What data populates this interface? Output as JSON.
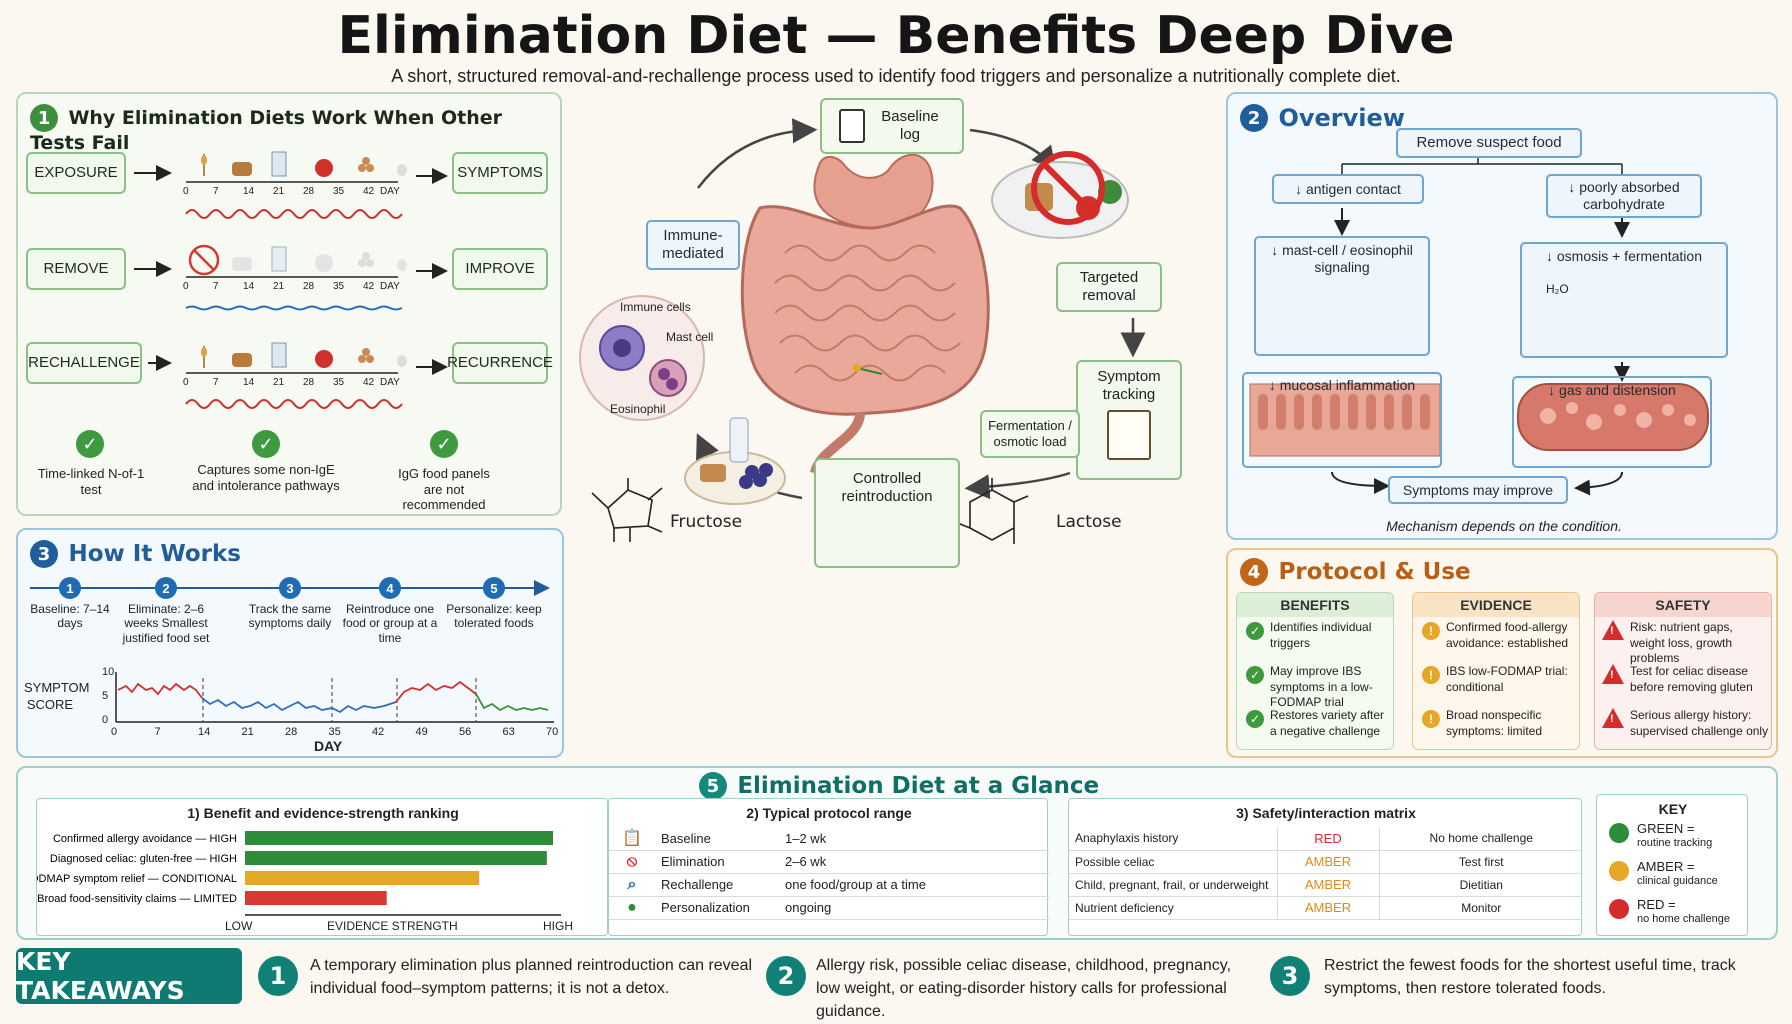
{
  "header": {
    "title": "Elimination Diet — Benefits Deep Dive",
    "subtitle": "A short, structured removal-and-rechallenge process used to identify food triggers and personalize a nutritionally complete diet."
  },
  "section1": {
    "number": "1",
    "title": "Why Elimination Diets Work When Other Tests Fail",
    "rows": [
      {
        "left": "EXPOSURE",
        "right": "SYMPTOMS"
      },
      {
        "left": "REMOVE",
        "right": "IMPROVE"
      },
      {
        "left": "RECHALLENGE",
        "right": "RECURRENCE"
      }
    ],
    "ticks": [
      "0",
      "7",
      "14",
      "21",
      "28",
      "35",
      "42"
    ],
    "tick_unit": "DAY",
    "checks": [
      "Time-linked N-of-1 test",
      "Captures some non-IgE and intolerance pathways",
      "IgG food panels are not recommended"
    ]
  },
  "cycle": {
    "baseline": "Baseline log",
    "targeted": "Targeted removal",
    "symptom": "Symptom tracking",
    "reintro": "Controlled reintroduction",
    "immune": "Immune-mediated",
    "fermentation": "Fermentation / osmotic load",
    "immune_cells": "Immune cells",
    "mast_cell": "Mast cell",
    "eosinophil": "Eosinophil",
    "fructose": "Fructose",
    "lactose": "Lactose"
  },
  "section2": {
    "number": "2",
    "title": "Overview",
    "top": "Remove suspect food",
    "left1": "↓ antigen contact",
    "left2": "↓ mast-cell / eosinophil signaling",
    "left3": "↓ mucosal inflammation",
    "right1": "↓ poorly absorbed carbohydrate",
    "right2": "↓ osmosis + fermentation",
    "right3": "↓ gas and distension",
    "h2o": "H₂O",
    "bottom": "Symptoms may improve",
    "note": "Mechanism depends on the condition."
  },
  "section3": {
    "number": "3",
    "title": "How It Works",
    "steps": [
      {
        "n": "1",
        "text": "Baseline: 7–14 days"
      },
      {
        "n": "2",
        "text": "Eliminate: 2–6 weeks Smallest justified food set"
      },
      {
        "n": "3",
        "text": "Track the same symptoms daily"
      },
      {
        "n": "4",
        "text": "Reintroduce one food or group at a time"
      },
      {
        "n": "5",
        "text": "Personalize: keep tolerated foods"
      }
    ],
    "ylabel": "SYMPTOM SCORE",
    "xlabel": "DAY",
    "yticks": [
      "10",
      "5",
      "0"
    ],
    "xticks": [
      "0",
      "7",
      "14",
      "21",
      "28",
      "35",
      "42",
      "49",
      "56",
      "63",
      "70"
    ]
  },
  "section4": {
    "number": "4",
    "title": "Protocol & Use",
    "benefits_h": "BENEFITS",
    "evidence_h": "EVIDENCE",
    "safety_h": "SAFETY",
    "benefits": [
      "Identifies individual triggers",
      "May improve IBS symptoms in a low-FODMAP trial",
      "Restores variety after a negative challenge"
    ],
    "evidence": [
      "Confirmed food-allergy avoidance: established",
      "IBS low-FODMAP trial: conditional",
      "Broad nonspecific symptoms: limited"
    ],
    "safety": [
      "Risk: nutrient gaps, weight loss, growth problems",
      "Test for celiac disease before removing gluten",
      "Serious allergy history: supervised challenge only"
    ]
  },
  "section5": {
    "number": "5",
    "title": "Elimination Diet at a Glance",
    "ranking_title": "1) Benefit and evidence-strength ranking",
    "ranking": [
      {
        "label": "Confirmed allergy avoidance — HIGH",
        "value": 1.0,
        "color": "#2e8b3a"
      },
      {
        "label": "Diagnosed celiac: gluten-free — HIGH",
        "value": 0.98,
        "color": "#2e8b3a"
      },
      {
        "label": "IBS low-FODMAP symptom relief — CONDITIONAL",
        "value": 0.76,
        "color": "#e1a925"
      },
      {
        "label": "Broad food-sensitivity claims — LIMITED",
        "value": 0.46,
        "color": "#d83a32"
      }
    ],
    "axis_low": "LOW",
    "axis_mid": "EVIDENCE STRENGTH",
    "axis_high": "HIGH",
    "protocol_title": "2) Typical protocol range",
    "protocol": [
      {
        "icon": "clipboard-icon",
        "name": "Baseline",
        "value": "1–2 wk"
      },
      {
        "icon": "prohibited-icon",
        "name": "Elimination",
        "value": "2–6 wk"
      },
      {
        "icon": "magnifier-icon",
        "name": "Rechallenge",
        "value": "one food/group at a time"
      },
      {
        "icon": "person-icon",
        "name": "Personalization",
        "value": "ongoing"
      }
    ],
    "safety_title": "3) Safety/interaction matrix",
    "safety_rows": [
      {
        "cond": "Anaphylaxis history",
        "level": "RED",
        "action": "No home challenge"
      },
      {
        "cond": "Possible celiac",
        "level": "AMBER",
        "action": "Test first"
      },
      {
        "cond": "Child, pregnant, frail, or underweight",
        "level": "AMBER",
        "action": "Dietitian"
      },
      {
        "cond": "Nutrient deficiency",
        "level": "AMBER",
        "action": "Monitor"
      }
    ],
    "key_title": "KEY",
    "key": [
      {
        "label": "GREEN =",
        "desc": "routine tracking",
        "color": "#2e8b3a"
      },
      {
        "label": "AMBER =",
        "desc": "clinical guidance",
        "color": "#e6a626"
      },
      {
        "label": "RED =",
        "desc": "no home challenge",
        "color": "#d62b2b"
      }
    ]
  },
  "takeaways": {
    "label": "KEY TAKEAWAYS",
    "items": [
      {
        "n": "1",
        "text": "A temporary elimination plus planned reintroduction can reveal individual food–symptom patterns; it is not a detox."
      },
      {
        "n": "2",
        "text": "Allergy risk, possible celiac disease, childhood, pregnancy, low weight, or eating-disorder history calls for professional guidance."
      },
      {
        "n": "3",
        "text": "Restrict the fewest foods for the shortest useful time, track symptoms, then restore tolerated foods."
      }
    ]
  }
}
